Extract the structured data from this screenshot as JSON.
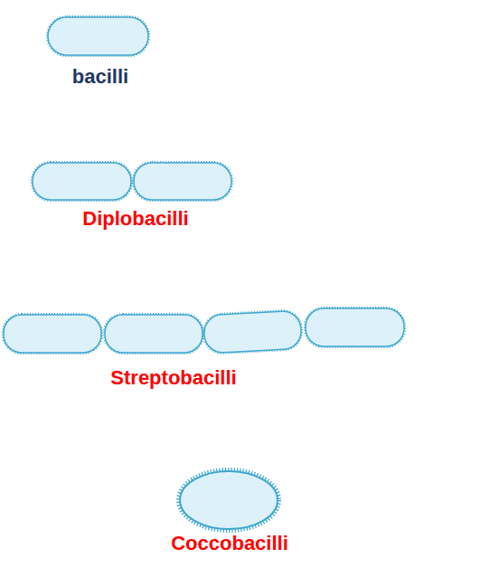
{
  "diagram": {
    "labels": [
      "bacilli",
      "Diplobacilli",
      "Streptobacilli",
      "Coccobacilli"
    ]
  }
}
